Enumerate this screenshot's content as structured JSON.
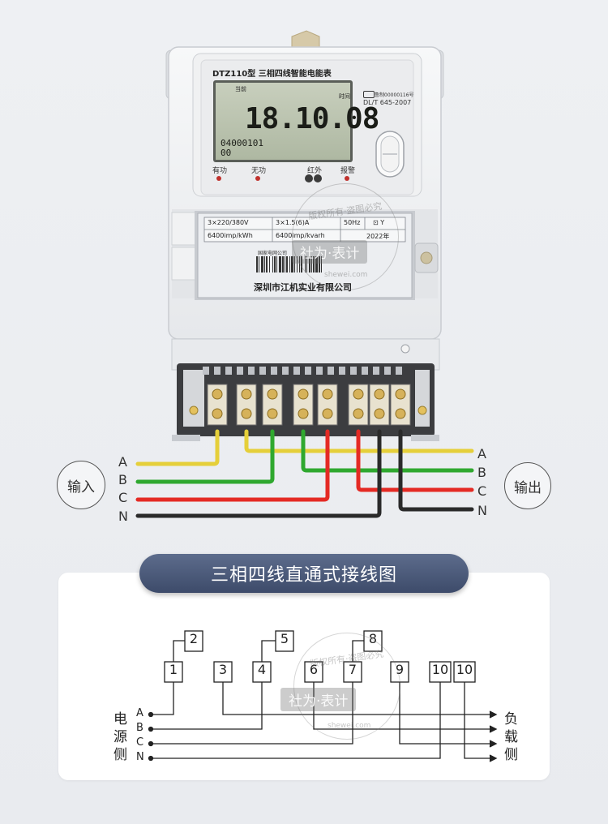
{
  "meter": {
    "model_title": "DTZ110型 三相四线智能电能表",
    "lcd_label_current": "当前",
    "lcd_label_time": "时间",
    "lcd_main_value": "18.10.08",
    "lcd_line1": "04000101",
    "lcd_line2": "00",
    "cert_code": "鲁制00000116号",
    "standard": "DL/T 645-2007",
    "indicators": [
      "有功",
      "无功",
      "红外",
      "报警"
    ],
    "nameplate": {
      "voltage": "3×220/380V",
      "current": "3×1.5(6)A",
      "frequency": "50Hz",
      "active_constant": "6400imp/kWh",
      "reactive_constant": "6400imp/kvarh",
      "year": "2022年",
      "barcode_label": "国家电网公司",
      "manufacturer": "深圳市江机实业有限公司"
    }
  },
  "wiring": {
    "input_label": "输入",
    "output_label": "输出",
    "phases_left": [
      "A",
      "B",
      "C",
      "N"
    ],
    "phases_right": [
      "A",
      "B",
      "C",
      "N"
    ],
    "colors": {
      "A": "#e7d23a",
      "B": "#2fa82f",
      "C": "#e42a24",
      "N": "#2a2a2a"
    }
  },
  "diagram": {
    "title": "三相四线直通式接线图",
    "terminals_low": [
      "1",
      "3",
      "4",
      "6",
      "7",
      "9",
      "10",
      "10"
    ],
    "terminals_high": [
      "2",
      "5",
      "8"
    ],
    "source_side": [
      "电",
      "源",
      "侧"
    ],
    "load_side": [
      "负",
      "载",
      "侧"
    ],
    "phases_left": [
      "A",
      "B",
      "C",
      "N"
    ]
  },
  "watermark": {
    "brand": "社为·表计",
    "arc_text": "版权所有·盗图必究",
    "url": "shewei.com"
  }
}
